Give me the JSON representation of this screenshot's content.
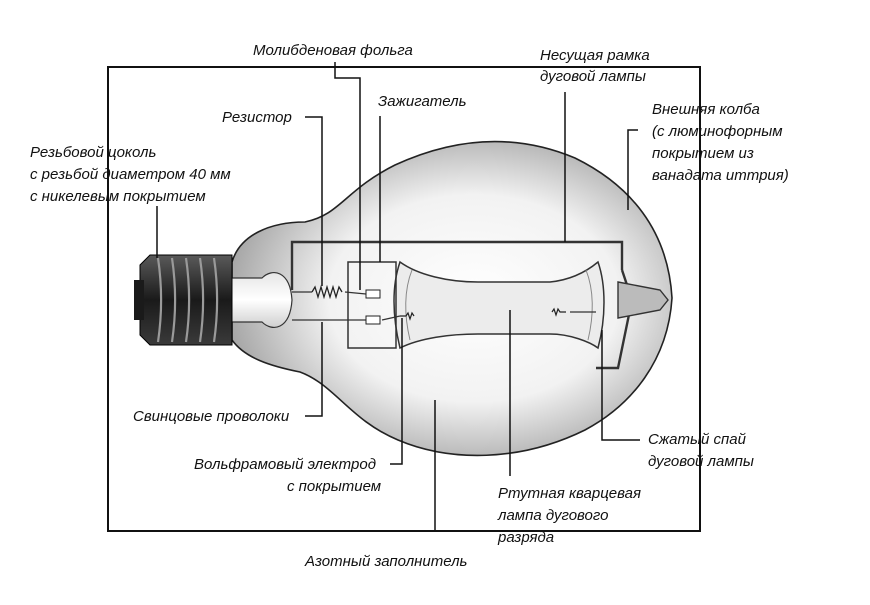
{
  "labels": {
    "moly_foil": "Молибденовая фольга",
    "frame_1": "Несущая рамка",
    "frame_2": "дуговой лампы",
    "igniter": "Зажигатель",
    "resistor": "Резистор",
    "outer_bulb_1": "Внешняя колба",
    "outer_bulb_2": "(с люминофорным",
    "outer_bulb_3": "покрытием из",
    "outer_bulb_4": "ванадата иттрия)",
    "base_1": "Резьбовой цоколь",
    "base_2": "с резьбой диаметром 40 мм",
    "base_3": "с никелевым покрытием",
    "lead_wires": "Свинцовые проволоки",
    "electrode_1": "Вольфрамовый электрод",
    "electrode_2": "с покрытием",
    "pinch_seal_1": "Сжатый спай",
    "pinch_seal_2": "дуговой лампы",
    "arc_tube_1": "Ртутная кварцевая",
    "arc_tube_2": "лампа дугового",
    "arc_tube_3": "разряда",
    "nitrogen_fill": "Азотный заполнитель"
  },
  "colors": {
    "ink": "#111111",
    "bulb_fill": "#c4c4c4",
    "arc_tube_fill": "#ececec",
    "base_dark": "#2a2a2a"
  }
}
